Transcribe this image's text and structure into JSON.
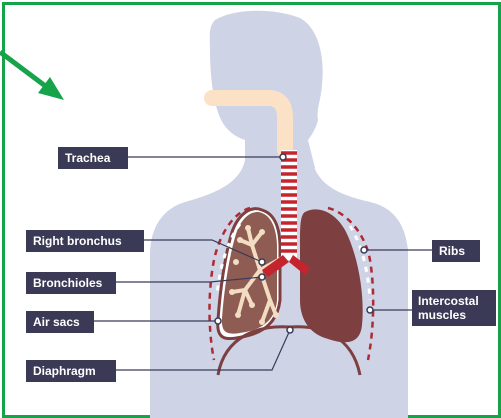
{
  "labels": {
    "trachea": "Trachea",
    "right_bronchus": "Right bronchus",
    "bronchioles": "Bronchioles",
    "air_sacs": "Air sacs",
    "diaphragm": "Diaphragm",
    "ribs": "Ribs",
    "intercostal_muscles": "Intercostal\nmuscles"
  },
  "colors": {
    "frame": "#16a34a",
    "arrow": "#16a34a",
    "silhouette": "#cfd3e6",
    "airway": "#fbe2c6",
    "trachea_rings": "#c4242e",
    "lung": "#7d3f3f",
    "label_bg": "#3a3a57",
    "ribs_dash": "#b02a33"
  }
}
